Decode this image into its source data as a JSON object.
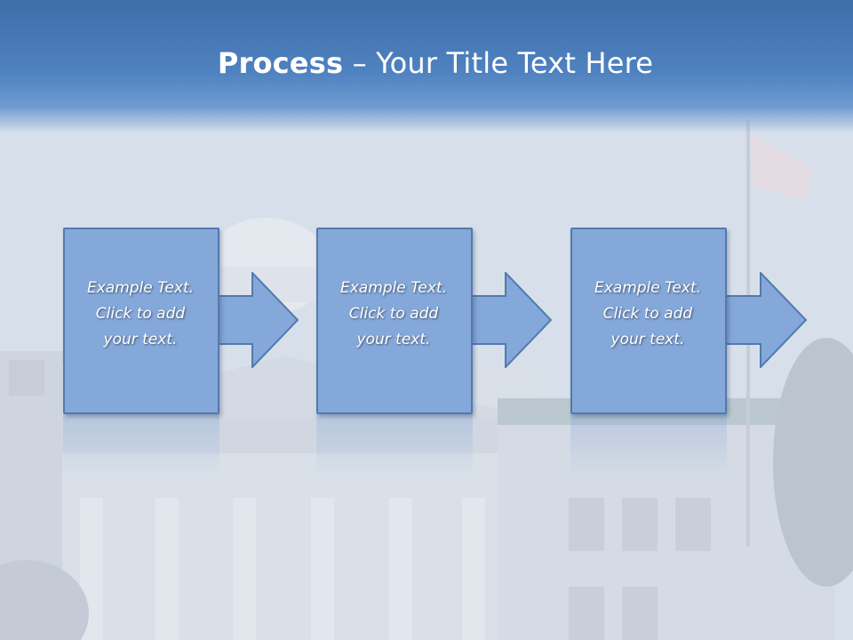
{
  "slide": {
    "title_bold": "Process",
    "title_rest": " – Your Title Text Here"
  },
  "steps": [
    {
      "lines": [
        "Example Text.",
        "Click  to add",
        "your text."
      ]
    },
    {
      "lines": [
        "Example Text.",
        "Click  to add",
        "your text."
      ]
    },
    {
      "lines": [
        "Example Text.",
        "Click  to add",
        "your text."
      ]
    }
  ],
  "colors": {
    "header": "#4f82c0",
    "box_fill": "#84a8da",
    "box_border": "#5479ad"
  }
}
